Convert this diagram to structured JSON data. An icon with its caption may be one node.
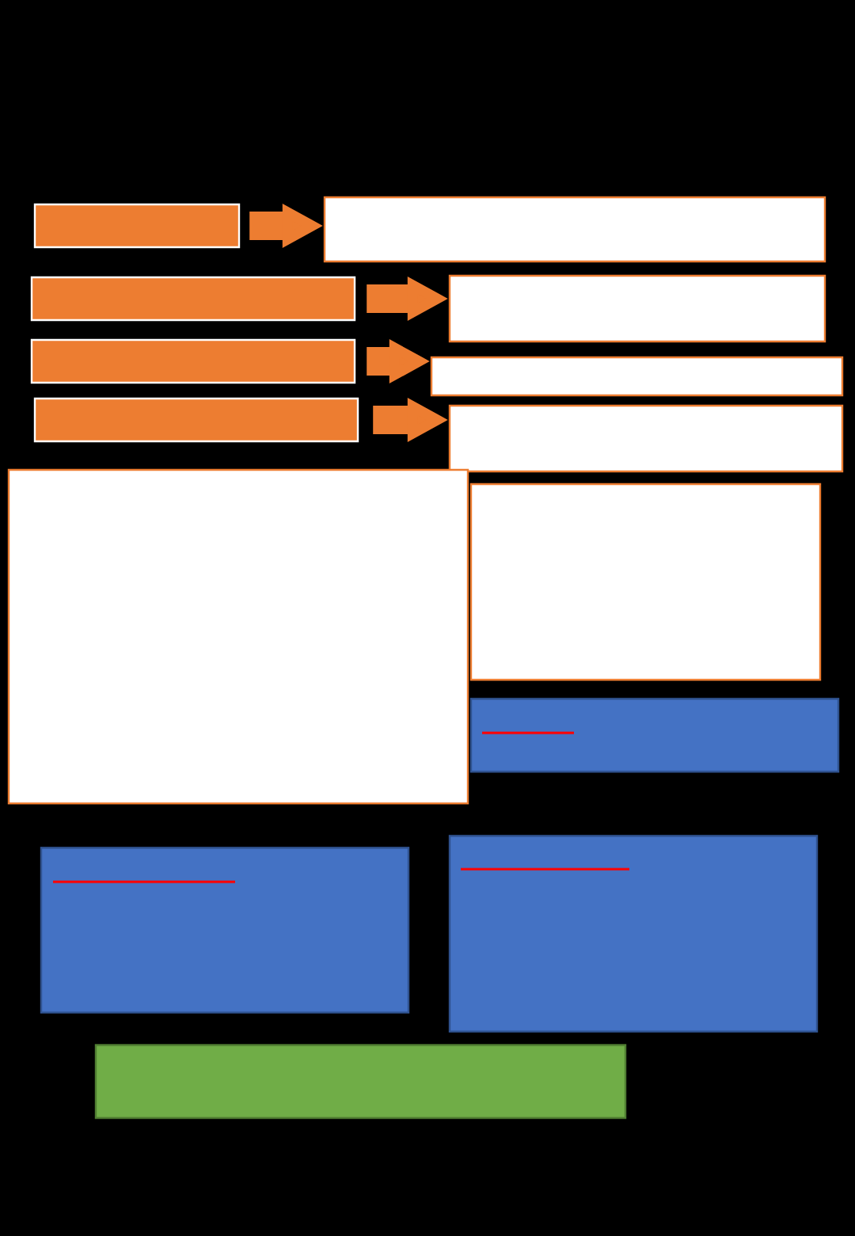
{
  "diagram": {
    "nodes": [
      {
        "text": [],
        "shape": "box"
      },
      {
        "text": [],
        "shape": "box"
      },
      {
        "text": [],
        "shape": "box"
      },
      {
        "text": [],
        "shape": "box"
      },
      {
        "text": [],
        "shape": "box"
      },
      {
        "text": [],
        "shape": "box"
      },
      {
        "text": [],
        "shape": "box"
      },
      {
        "text": [],
        "shape": "box"
      },
      {
        "text": [],
        "shape": "box"
      },
      {
        "text": [],
        "shape": "box"
      },
      {
        "text": [],
        "shape": "box"
      },
      {
        "text": [],
        "shape": "box"
      },
      {
        "text": [],
        "shape": "box"
      },
      {
        "text": [],
        "shape": "box"
      }
    ],
    "edges": [
      {
        "from": 0,
        "to": 1,
        "arrow": "to"
      },
      {
        "from": 2,
        "to": 3,
        "arrow": "to"
      },
      {
        "from": 4,
        "to": 5,
        "arrow": "to"
      },
      {
        "from": 6,
        "to": 7,
        "arrow": "to"
      }
    ]
  }
}
